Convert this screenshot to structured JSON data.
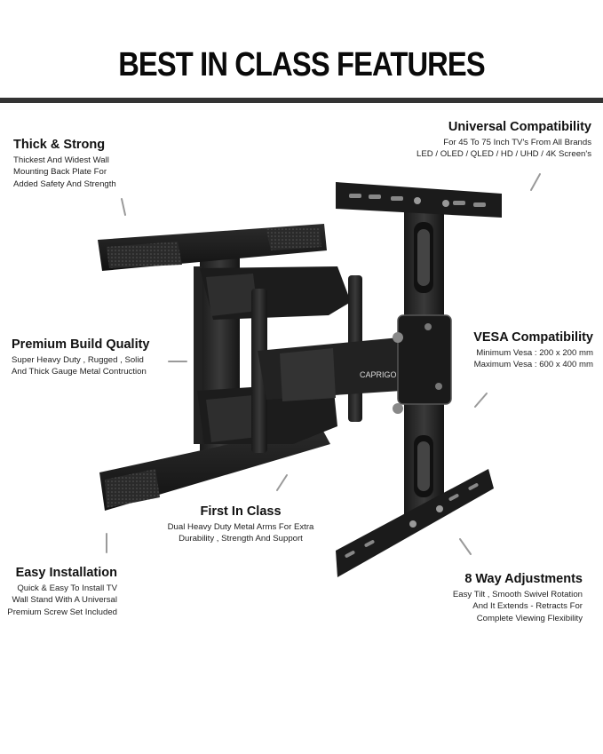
{
  "header": {
    "title": "BEST IN CLASS FEATURES"
  },
  "product": {
    "brand_mark": "CAPRIGO"
  },
  "features": {
    "thick_strong": {
      "title": "Thick & Strong",
      "lines": [
        "Thickest And Widest Wall",
        "Mounting Back Plate For",
        "Added Safety And Strength"
      ]
    },
    "universal": {
      "title": "Universal Compatibility",
      "lines": [
        "For 45 To 75 Inch TV's From All Brands",
        "LED / OLED / QLED / HD / UHD / 4K Screen's"
      ]
    },
    "premium": {
      "title": "Premium Build Quality",
      "lines": [
        "Super Heavy Duty , Rugged , Solid",
        "And Thick Gauge Metal Contruction"
      ]
    },
    "vesa": {
      "title": "VESA Compatibility",
      "lines": [
        "Minimum Vesa :  200 x 200 mm",
        "Maximum Vesa : 600 x 400 mm"
      ]
    },
    "first_class": {
      "title": "First In Class",
      "lines": [
        "Dual Heavy Duty Metal Arms For Extra",
        "Durability , Strength And Support"
      ]
    },
    "easy_install": {
      "title": "Easy Installation",
      "lines": [
        "Quick & Easy To Install TV",
        "Wall Stand With A Universal",
        "Premium Screw Set Included"
      ]
    },
    "adjust": {
      "title": "8 Way Adjustments",
      "lines": [
        "Easy Tilt , Smooth Swivel Rotation",
        "And It Extends - Retracts For",
        "Complete Viewing Flexibility"
      ]
    }
  }
}
